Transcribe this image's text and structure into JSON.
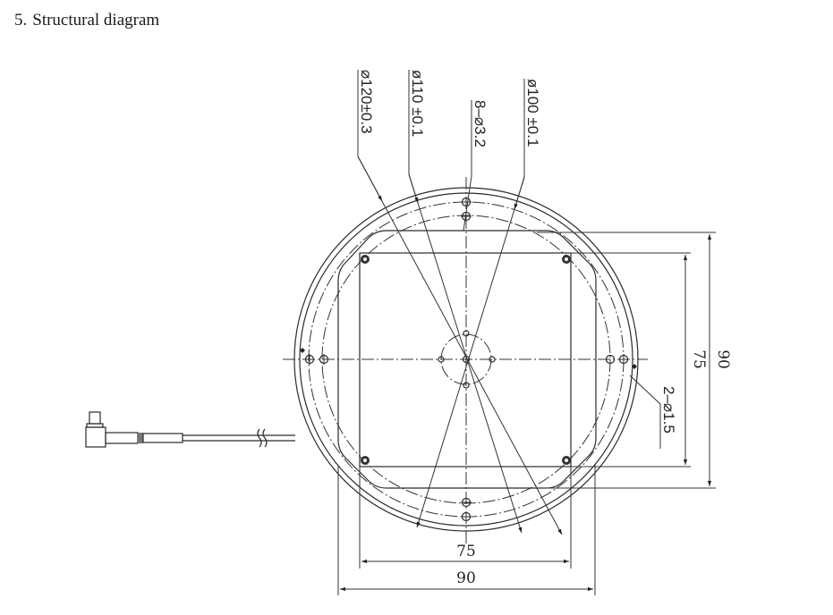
{
  "header": {
    "number": "5.",
    "title": "Structural diagram"
  },
  "diagram": {
    "leader_labels": {
      "d120": "⌀120±0.3",
      "d110": "ø110 ±0.1",
      "holes8": "8–⌀3.2",
      "d100": "ø100 ±0.1",
      "holes2": "2–⌀1.5"
    },
    "dimensions": {
      "horizontal_inner": "75",
      "horizontal_outer": "90",
      "vertical_inner": "75",
      "vertical_outer": "90"
    },
    "colors": {
      "line": "#2a2a2a",
      "background": "#ffffff"
    }
  }
}
